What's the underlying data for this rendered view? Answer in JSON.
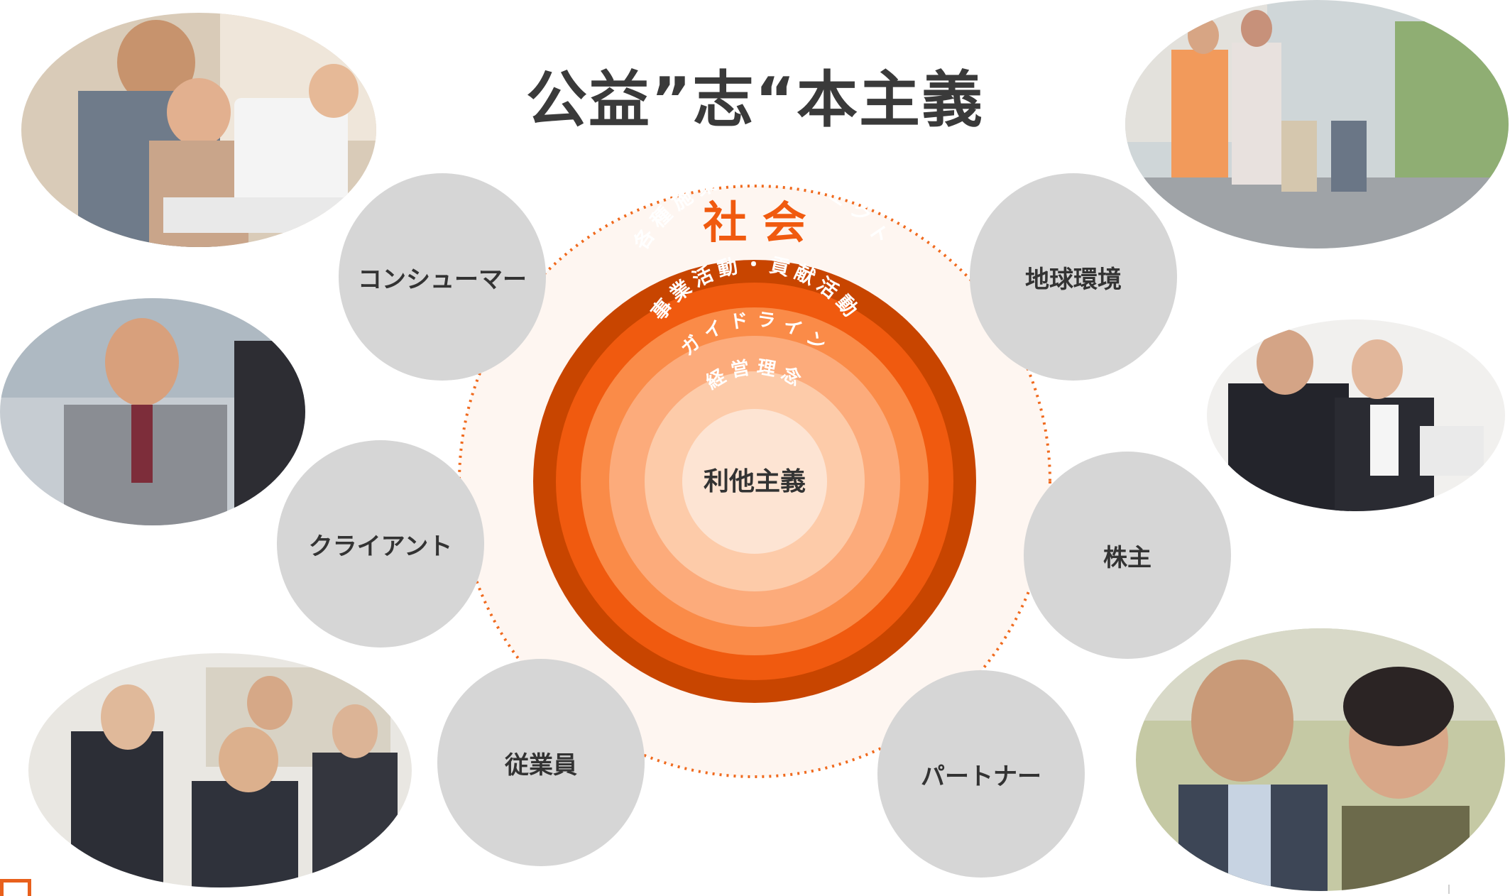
{
  "title": "公益”志“本主義",
  "society_label": "社 会",
  "rings": {
    "outer_label": "各種施策・プロジェクト",
    "second_label": "事業活動・貢献活動",
    "third_label": "ガイドライン",
    "fourth_label": "経営理念",
    "core_label": "利他主義"
  },
  "stakeholders": {
    "consumer": "コンシューマー",
    "client": "クライアント",
    "employee": "従業員",
    "environment": "地球環境",
    "shareholder": "株主",
    "partner": "パートナー"
  },
  "colors": {
    "outer_ring": "#c84500",
    "second_ring": "#f05a0f",
    "third_ring": "#fa8b48",
    "fourth_ring": "#fcab7b",
    "fifth_ring": "#fdcba9",
    "core": "#fde4d3",
    "society_text": "#f05a0f",
    "dotted_circle": "#f06a1e",
    "society_fill": "#fef6f1",
    "stakeholder_fill": "#d6d6d6"
  },
  "photos": {
    "family_laptop": "photo-family-with-laptop",
    "family_walk": "photo-family-walking",
    "businessman": "photo-businessman-smiling",
    "business_pair": "photo-business-pair",
    "office_team": "photo-office-team",
    "senior_couple": "photo-senior-couple"
  }
}
